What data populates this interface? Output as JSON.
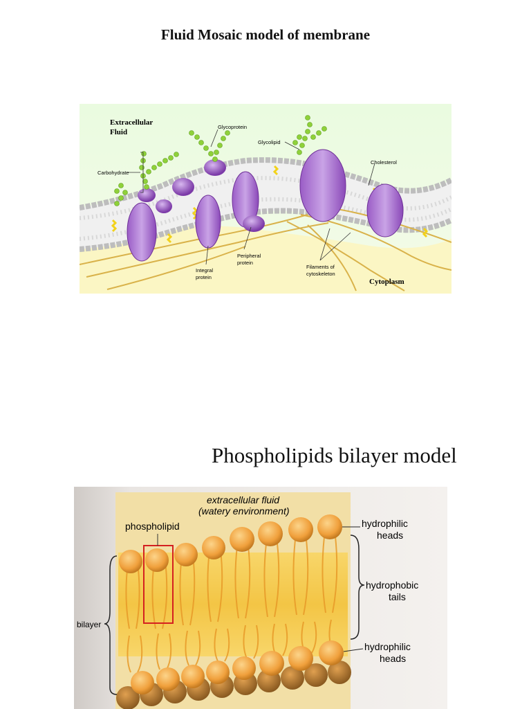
{
  "page": {
    "title_top": "Fluid Mosaic model of membrane",
    "title_bottom": "Phospholipids bilayer model"
  },
  "figure1": {
    "labels": {
      "extracellular_line1": "Extracellular",
      "extracellular_line2": "Fluid",
      "glycoprotein": "Glycoprotein",
      "glycolipid": "Glycolipid",
      "cholesterol": "Cholesterol",
      "carbohydrate": "Carbohydrate",
      "peripheral_line1": "Peripheral",
      "peripheral_line2": "protein",
      "integral_line1": "Integral",
      "integral_line2": "protein",
      "filaments_line1": "Filaments of",
      "filaments_line2": "cytoskeleton",
      "cytoplasm": "Cytoplasm"
    },
    "colors": {
      "background_top": "#eefae0",
      "cytoplasm": "#fbf6c4",
      "protein": "#b98ad8",
      "carbohydrate": "#8fd13a",
      "cholesterol": "#f2d21b",
      "filament": "#d9b24a"
    }
  },
  "figure2": {
    "labels": {
      "fluid_line1": "extracellular fluid",
      "fluid_line2": "(watery environment)",
      "phospholipid": "phospholipid",
      "hydrophilic_top_line1": "hydrophilic",
      "hydrophilic_top_line2": "heads",
      "hydrophobic_line1": "hydrophobic",
      "hydrophobic_line2": "tails",
      "hydrophilic_bottom_line1": "hydrophilic",
      "hydrophilic_bottom_line2": "heads",
      "bilayer": "bilayer"
    },
    "colors": {
      "head": "#f3a640",
      "tail_zone": "#f6cf5a",
      "highlight_box": "#d42020"
    }
  }
}
